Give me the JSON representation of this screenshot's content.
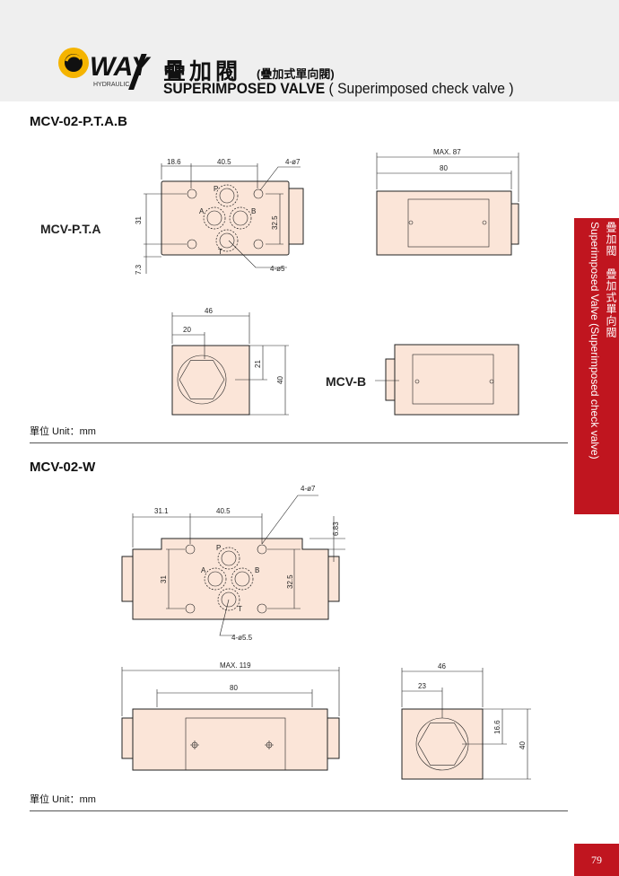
{
  "header": {
    "logo_text": "WAY",
    "logo_sub": "HYDRAULIC",
    "title_zh": "疊加閥",
    "title_zh_sub": "(疊加式單向閥)",
    "title_en": "SUPERIMPOSED VALVE",
    "title_en_sub": " ( Superimposed check valve )"
  },
  "sidebar": {
    "zh": "疊加閥　疊加式單向閥",
    "en": "Superimposed Valve (Superimposed check valve)",
    "color": "#c0151f"
  },
  "section1": {
    "title": "MCV-02-P.T.A.B",
    "label_pta": "MCV-P.T.A",
    "label_b": "MCV-B",
    "unit": "單位 Unit：mm",
    "dims": {
      "d18_6": "18.6",
      "d40_5": "40.5",
      "hole7": "4-ø7",
      "d31": "31",
      "d7_3": "7.3",
      "d32_5": "32.5",
      "hole5": "4-ø5",
      "max87": "MAX. 87",
      "d80": "80",
      "d46": "46",
      "d20": "20",
      "d21": "21",
      "d40": "40"
    },
    "ports": {
      "p": "P",
      "a": "A",
      "b": "B",
      "t": "T"
    }
  },
  "section2": {
    "title": "MCV-02-W",
    "unit": "單位 Unit：mm",
    "dims": {
      "hole7": "4-ø7",
      "d31_1": "31.1",
      "d40_5": "40.5",
      "d6_83": "6.83",
      "d31": "31",
      "d32_5": "32.5",
      "hole5_5": "4-ø5.5",
      "max119": "MAX. 119",
      "d80": "80",
      "d46": "46",
      "d23": "23",
      "d16_6": "16.6",
      "d40": "40"
    },
    "ports": {
      "p": "P",
      "a": "A",
      "b": "B",
      "t": "T"
    }
  },
  "page_number": "79"
}
